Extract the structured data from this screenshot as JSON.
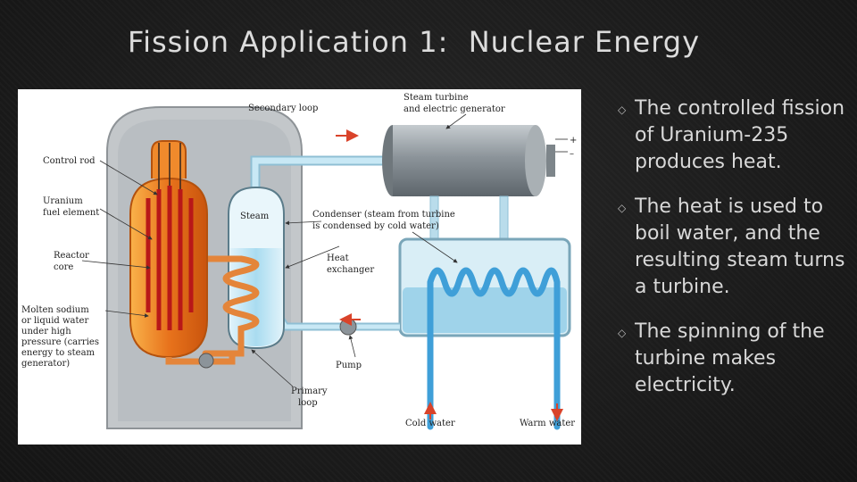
{
  "slide": {
    "title": "Fission Application 1:  Nuclear Energy"
  },
  "diagram": {
    "labels": {
      "steam_turbine": [
        "Steam turbine",
        "and electric generator"
      ],
      "secondary_loop": "Secondary loop",
      "control_rod": "Control rod",
      "fuel_element": [
        "Uranium",
        "fuel element"
      ],
      "reactor_core": [
        "Reactor",
        "core"
      ],
      "molten_sodium": [
        "Molten sodium",
        "or liquid water",
        "under high",
        "pressure (carries",
        "energy to steam",
        "generator)"
      ],
      "steam": "Steam",
      "condenser": [
        "Condenser (steam from turbine",
        "is condensed by cold water)"
      ],
      "heat_exchanger": [
        "Heat",
        "exchanger"
      ],
      "pump": "Pump",
      "primary_loop": [
        "Primary",
        "loop"
      ],
      "cold_water": "Cold water",
      "warm_water": "Warm water",
      "plus": "+",
      "minus": "–"
    },
    "colors": {
      "reactor_orange": "#e8731c",
      "control_rod_red": "#b81818",
      "steam_pipe_blue": "#bfe3f2",
      "water_blue": "#7fc8e6",
      "coil_blue": "#3f9fd8",
      "containment_gray": "#b8bcc0",
      "turbine_gray": "#8c949a"
    }
  },
  "bullets": [
    {
      "icon": "diamond-outline-icon",
      "text": "The controlled fission of Uranium-235 produces heat."
    },
    {
      "icon": "diamond-outline-icon",
      "text": "The heat is used to boil water, and the resulting steam turns a turbine."
    },
    {
      "icon": "diamond-outline-icon",
      "text": "The spinning of the turbine makes electricity."
    }
  ]
}
